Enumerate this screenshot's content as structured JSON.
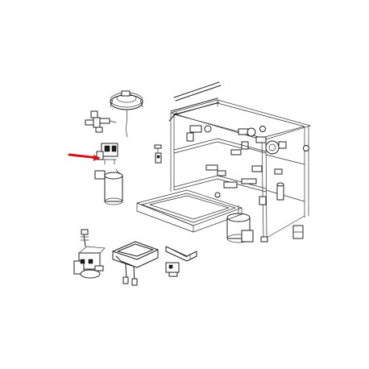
{
  "diagram": {
    "kind": "exploded-parts-view",
    "subject": "dishwasher",
    "colors": {
      "line": "#222222",
      "background": "#ffffff",
      "highlight_arrow": "#d3131a"
    },
    "highlighted_part": "control-switch",
    "parts": [
      {
        "id": "pressure-switch",
        "icon": "round-pressure-switch"
      },
      {
        "id": "solenoid-valve",
        "icon": "multi-port-valve"
      },
      {
        "id": "control-switch",
        "icon": "switch-block",
        "highlighted": true
      },
      {
        "id": "capacitor",
        "icon": "cylinder-capacitor"
      },
      {
        "id": "small-connector",
        "icon": "connector"
      },
      {
        "id": "cable-gland",
        "icon": "screw-gland"
      },
      {
        "id": "wash-pump",
        "icon": "pump-motor"
      },
      {
        "id": "heating-element",
        "icon": "coiled-heater"
      },
      {
        "id": "thermostat-bracket",
        "icon": "bracket-thermostat"
      },
      {
        "id": "level-pipe",
        "icon": "l-pipe"
      },
      {
        "id": "machine-body",
        "icon": "dishwasher-frame"
      }
    ]
  }
}
